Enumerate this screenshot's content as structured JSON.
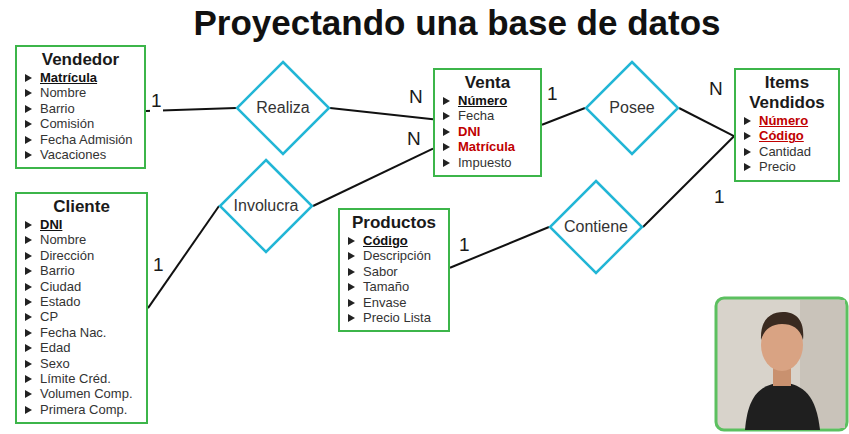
{
  "diagram": {
    "title": "Proyectando una base de datos",
    "nodes": [
      {
        "text": [
          "Vendedor",
          "Matrícula",
          "Nombre",
          "Barrio",
          "Comisión",
          "Fecha Admisión",
          "Vacaciones"
        ]
      },
      {
        "text": [
          "Realiza"
        ]
      },
      {
        "text": [
          "Venta",
          "Número",
          "Fecha",
          "DNI",
          "Matrícula",
          "Impuesto"
        ]
      },
      {
        "text": [
          "Posee"
        ]
      },
      {
        "text": [
          "Items Vendidos",
          "Número",
          "Código",
          "Cantidad",
          "Precio"
        ]
      },
      {
        "text": [
          "Cliente",
          "DNI",
          "Nombre",
          "Dirección",
          "Barrio",
          "Ciudad",
          "Estado",
          "CP",
          "Fecha Nac.",
          "Edad",
          "Sexo",
          "Límite Créd.",
          "Volumen Comp.",
          "Primera Comp."
        ]
      },
      {
        "text": [
          "Involucra"
        ]
      },
      {
        "text": [
          "Productos",
          "Código",
          "Descripción",
          "Sabor",
          "Tamaño",
          "Envase",
          "Precio Lista"
        ]
      },
      {
        "text": [
          "Contiene"
        ]
      }
    ],
    "edges": [
      {
        "from": 0,
        "to": 1,
        "arrow": "none"
      },
      {
        "from": 1,
        "to": 2,
        "arrow": "none"
      },
      {
        "from": 5,
        "to": 6,
        "arrow": "none"
      },
      {
        "from": 6,
        "to": 2,
        "arrow": "none"
      },
      {
        "from": 2,
        "to": 3,
        "arrow": "none"
      },
      {
        "from": 3,
        "to": 4,
        "arrow": "none"
      },
      {
        "from": 7,
        "to": 8,
        "arrow": "none"
      },
      {
        "from": 8,
        "to": 4,
        "arrow": "none"
      }
    ],
    "labels": [
      "1",
      "N",
      "N",
      "1",
      "N",
      "1",
      "1",
      "1"
    ]
  }
}
